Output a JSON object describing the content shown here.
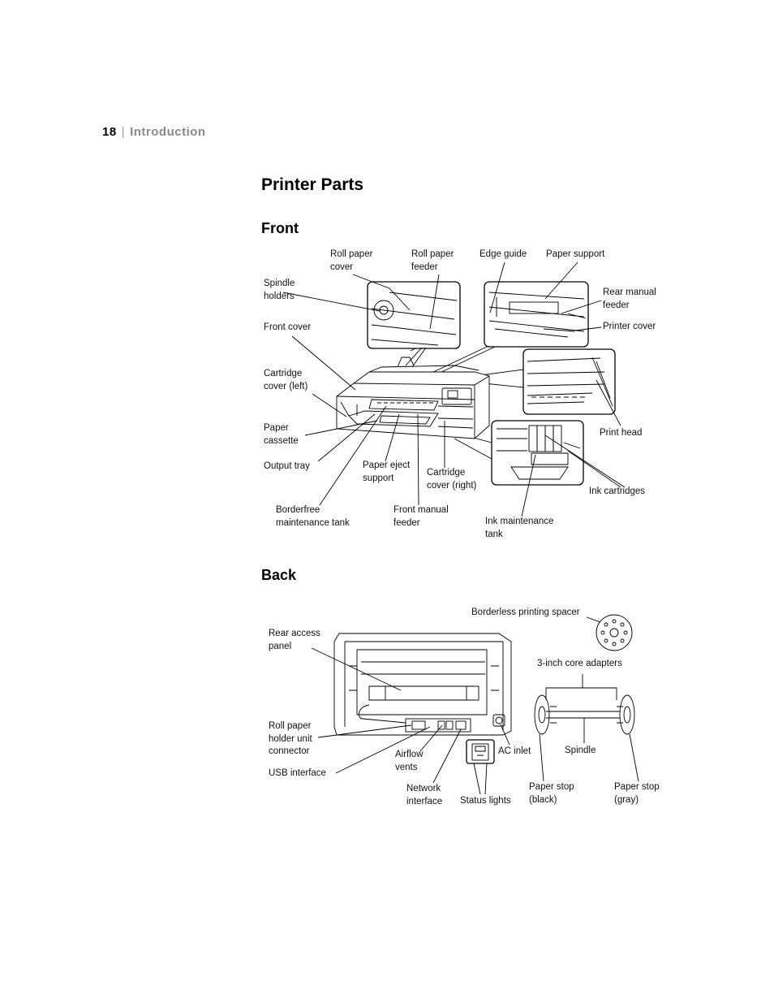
{
  "header": {
    "page_number": "18",
    "separator": "|",
    "section": "Introduction"
  },
  "title": "Printer Parts",
  "front": {
    "heading": "Front",
    "labels": {
      "roll_paper_cover": "Roll paper\ncover",
      "roll_paper_feeder": "Roll paper\nfeeder",
      "edge_guide": "Edge guide",
      "paper_support": "Paper support",
      "spindle_holders": "Spindle\nholders",
      "rear_manual_feeder": "Rear manual\nfeeder",
      "front_cover": "Front cover",
      "printer_cover": "Printer cover",
      "cartridge_cover_left": "Cartridge\ncover (left)",
      "paper_cassette": "Paper\ncassette",
      "print_head": "Print head",
      "output_tray": "Output tray",
      "paper_eject_support": "Paper eject\nsupport",
      "cartridge_cover_right": "Cartridge\ncover (right)",
      "ink_cartridges": "Ink cartridges",
      "borderfree_maintenance_tank": "Borderfree\nmaintenance tank",
      "front_manual_feeder": "Front manual\nfeeder",
      "ink_maintenance_tank": "Ink maintenance\ntank"
    }
  },
  "back": {
    "heading": "Back",
    "labels": {
      "borderless_printing_spacer": "Borderless printing spacer",
      "rear_access_panel": "Rear access\npanel",
      "core_adapters": "3-inch core adapters",
      "roll_paper_holder_unit_connector": "Roll paper\nholder unit\nconnector",
      "airflow_vents": "Airflow\nvents",
      "ac_inlet": "AC inlet",
      "spindle": "Spindle",
      "usb_interface": "USB interface",
      "network_interface": "Network\ninterface",
      "status_lights": "Status lights",
      "paper_stop_black": "Paper stop\n(black)",
      "paper_stop_gray": "Paper stop\n(gray)"
    }
  }
}
